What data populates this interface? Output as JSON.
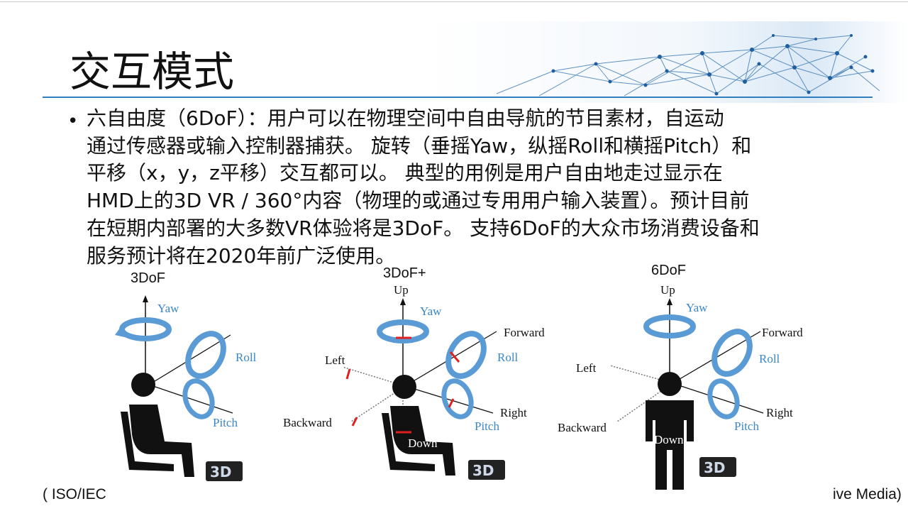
{
  "slide": {
    "title": "交互模式",
    "bullet_mark": "•",
    "body_text": "六自由度（6DoF）：用户可以在物理空间中自由导航的节目素材，自运动\n通过传感器或输入控制器捕获。 旋转（垂摇Yaw，纵摇Roll和横摇Pitch）和\n平移（x，y，z平移）交互都可以。 典型的用例是用户自由地走过显示在\nHMD上的3D VR / 360°内容（物理的或通过专用用户输入装置）。预计目前\n在短期内部署的大多数VR体验将是3DoF。 支持6DoF的大众市场消费设备和\n服务预计将在2020年前广泛使用。",
    "footer_left": "( ISO/IEC",
    "footer_right": "ive Media)"
  },
  "figure": {
    "panels": [
      {
        "title": "3DoF",
        "labels": {
          "yaw": "Yaw",
          "roll": "Roll",
          "pitch": "Pitch"
        },
        "logo": "3D"
      },
      {
        "title": "3DoF+",
        "labels": {
          "up": "Up",
          "yaw": "Yaw",
          "forward": "Forward",
          "roll": "Roll",
          "left": "Left",
          "right": "Right",
          "backward": "Backward",
          "pitch": "Pitch",
          "down": "Down"
        },
        "logo": "3D"
      },
      {
        "title": "6DoF",
        "labels": {
          "up": "Up",
          "yaw": "Yaw",
          "forward": "Forward",
          "roll": "Roll",
          "left": "Left",
          "right": "Right",
          "backward": "Backward",
          "pitch": "Pitch",
          "down": "Down"
        },
        "logo": "3D"
      }
    ]
  },
  "colors": {
    "accent_blue": "#2f7fbf",
    "arrow_blue": "#5b9bd5",
    "label_blue": "#3a86c8",
    "marker_red": "#e02020"
  }
}
